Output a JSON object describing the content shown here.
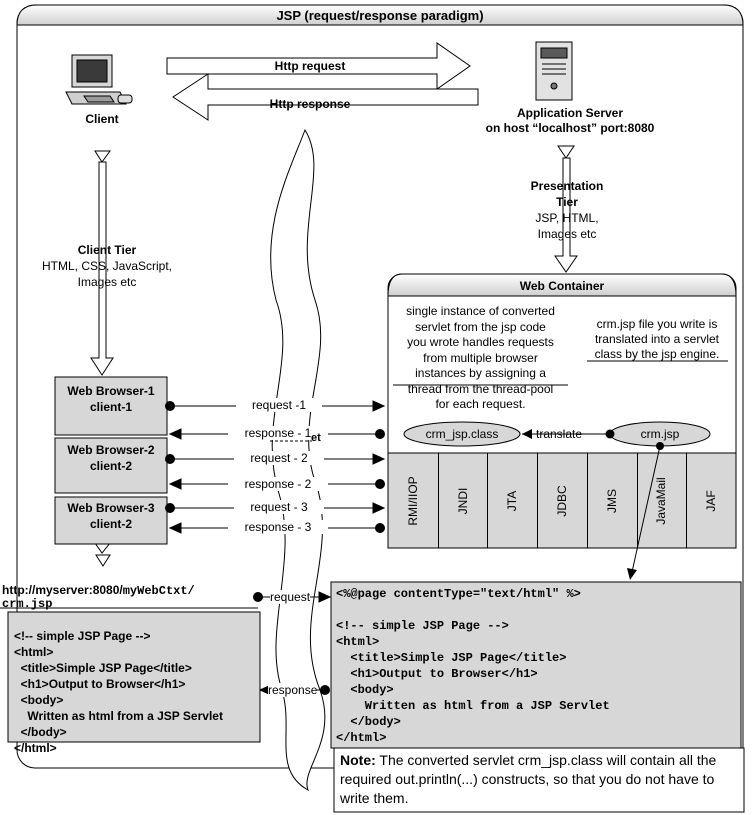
{
  "title": "JSP (request/response paradigm)",
  "client": {
    "label": "Client"
  },
  "arrows": {
    "http_request": "Http request",
    "http_response": "Http response"
  },
  "server": {
    "line1": "Application Server",
    "line2": "on host “localhost” port:8080"
  },
  "presentation_tier": {
    "line1": "Presentation",
    "line2": "Tier",
    "line3": "JSP, HTML,",
    "line4": "Images etc"
  },
  "client_tier": {
    "line1": "Client Tier",
    "line2": "HTML, CSS, JavaScript,",
    "line3": "Images etc"
  },
  "web_container": {
    "title": "Web Container",
    "left_note": [
      "single instance of converted",
      "servlet from the jsp  code",
      "you wrote handles requests",
      "from multiple browser",
      "instances  by assigning a",
      "thread from the thread-pool",
      "for each request."
    ],
    "right_note": [
      "crm.jsp file you write is",
      "translated into a servlet",
      "class by the jsp engine."
    ],
    "class_oval": "crm_jsp.class",
    "translate": "translate",
    "jsp_oval": "crm.jsp",
    "apis": [
      "RMI/IIOP",
      "JNDI",
      "JTA",
      "JDBC",
      "JMS",
      "JavaMail",
      "JAF"
    ]
  },
  "browsers": [
    {
      "line1": "Web Browser-1",
      "line2": "client-1",
      "request": "request -1",
      "response": "response - 1"
    },
    {
      "line1": "Web Browser-2",
      "line2": "client-2",
      "request": "request - 2",
      "response": "response - 2"
    },
    {
      "line1": "Web Browser-3",
      "line2": "client-2",
      "request": "request - 3",
      "response": "response - 3"
    }
  ],
  "stray_label": "et",
  "url": {
    "host": "http://myserver:8080/",
    "path": "myWebCtxt/",
    "file": "crm.jsp"
  },
  "request_label": "request",
  "response_label": "response",
  "browser_output": [
    "<!-- simple JSP Page -->",
    "<html>",
    "  <title>Simple JSP Page</title>",
    "  <h1>Output to Browser</h1>",
    "  <body>",
    "    Written as html from a JSP Servlet",
    "  </body>",
    "</html>"
  ],
  "jsp_source": [
    "<%@page contentType=\"text/html\" %>",
    "",
    "<!-- simple JSP Page -->",
    "<html>",
    "  <title>Simple JSP Page</title>",
    "  <h1>Output to Browser</h1>",
    "  <body>",
    "    Written as html from a JSP Servlet",
    "  </body>",
    "</html>"
  ],
  "note": {
    "bold": "Note:",
    "text": " The converted servlet crm_jsp.class  will contain all the required out.println(...) constructs, so that you do not have to write them."
  }
}
